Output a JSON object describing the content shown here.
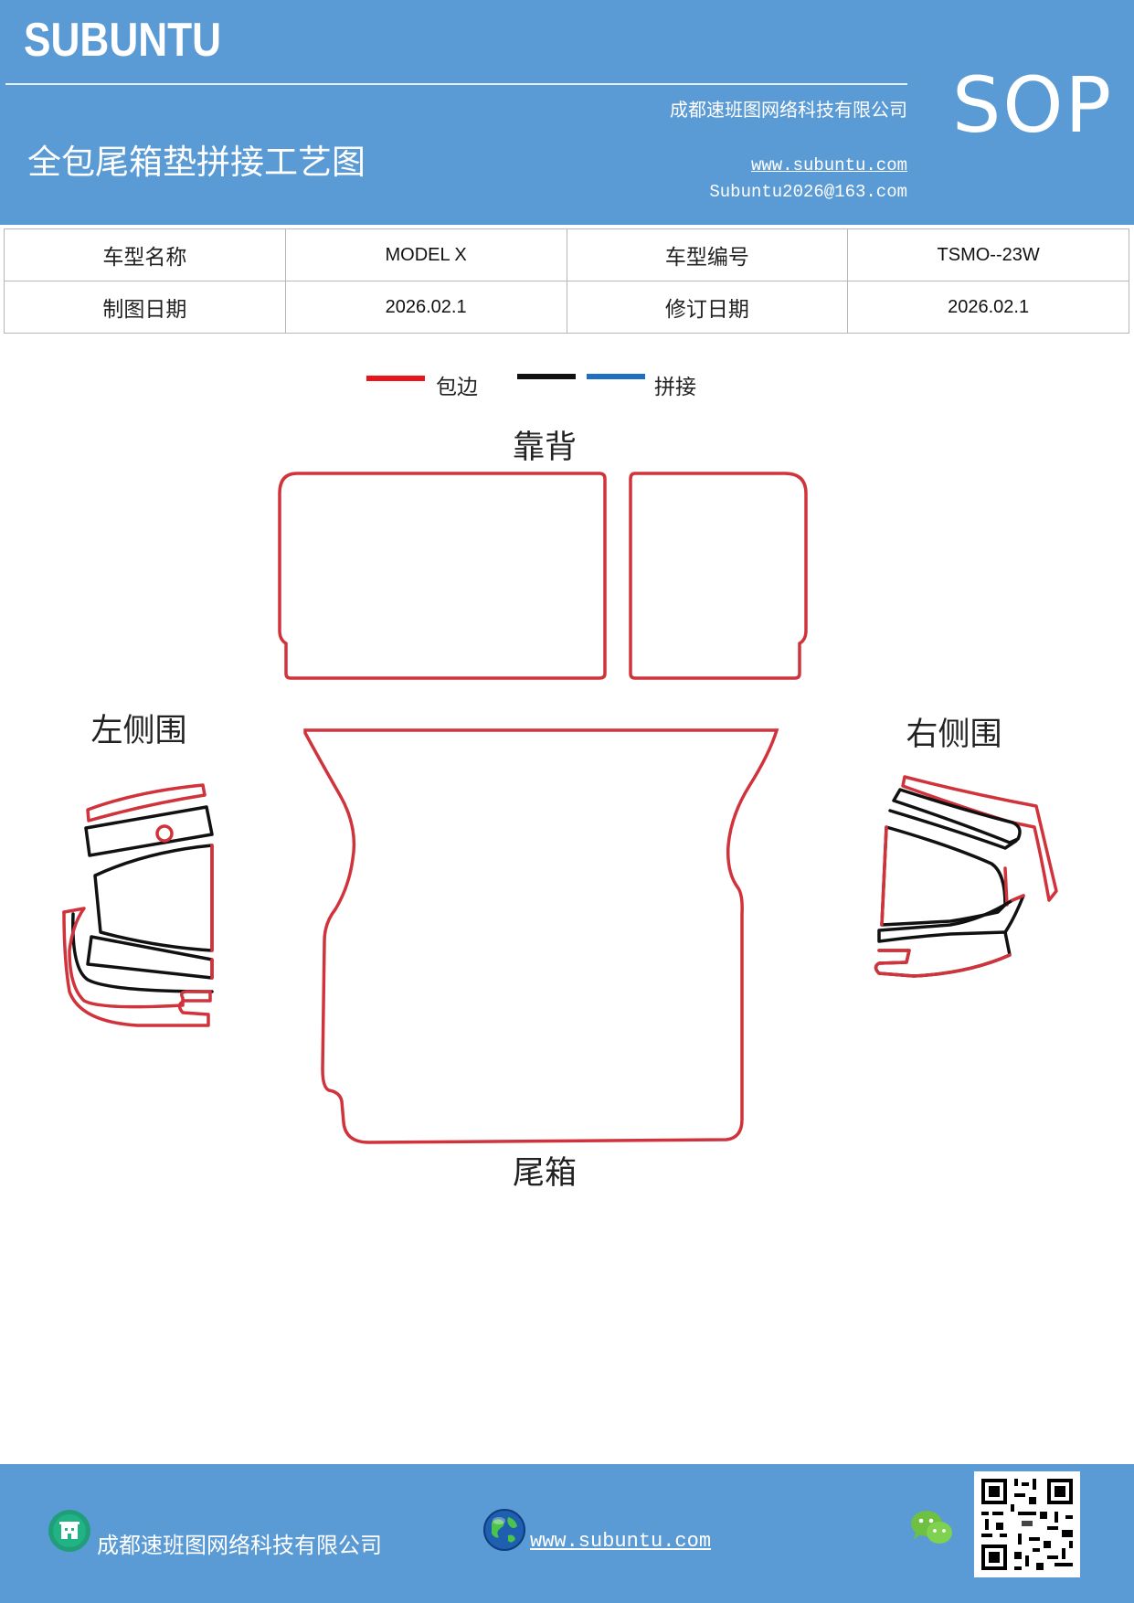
{
  "header": {
    "brand": "SUBUNTU",
    "sop": "SOP",
    "company": "成都速班图网络科技有限公司",
    "title": "全包尾箱垫拼接工艺图",
    "website": "www.subuntu.com",
    "email": "Subuntu2026@163.com"
  },
  "info_table": {
    "row1": {
      "label1": "车型名称",
      "value1": "MODEL X",
      "label2": "车型编号",
      "value2": "TSMO--23W"
    },
    "row2": {
      "label1": "制图日期",
      "value1": "2026.02.1",
      "label2": "修订日期",
      "value2": "2026.02.1"
    }
  },
  "legend": {
    "edge_label": "包边",
    "seam_label": "拼接",
    "colors": {
      "edge": "#e8151b",
      "seam_black": "#111111",
      "seam_blue": "#1f6fc2"
    }
  },
  "parts": {
    "backrest": "靠背",
    "left_side": "左侧围",
    "right_side": "右侧围",
    "trunk": "尾箱"
  },
  "footer": {
    "company": "成都速班图网络科技有限公司",
    "website": "www.subuntu.com",
    "icons": [
      "building-icon",
      "globe-icon",
      "wechat-icon",
      "qr-code"
    ]
  },
  "colors": {
    "header_bg": "#5b9bd5",
    "outline": "#d0333b"
  }
}
